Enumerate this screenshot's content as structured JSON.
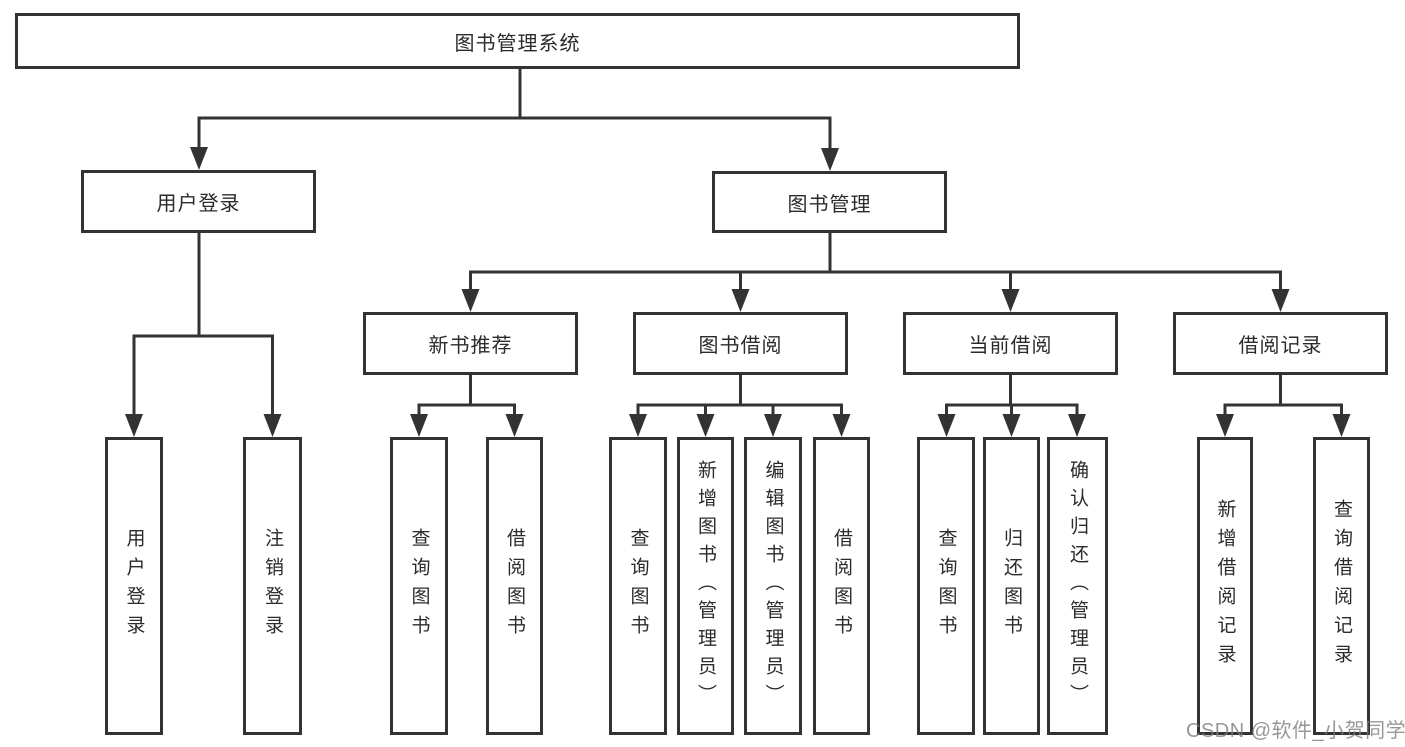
{
  "title": {
    "label": "图书管理系统"
  },
  "branches": {
    "user_login": {
      "label": "用户登录"
    },
    "book_management": {
      "label": "图书管理"
    }
  },
  "modules": {
    "new_book_recommend": {
      "label": "新书推荐"
    },
    "book_borrowing": {
      "label": "图书借阅"
    },
    "current_borrowing": {
      "label": "当前借阅"
    },
    "borrowing_records": {
      "label": "借阅记录"
    }
  },
  "leaves": {
    "user_login": [
      "用户登录",
      "注销登录"
    ],
    "new_book_recommend": [
      "查询图书",
      "借阅图书"
    ],
    "book_borrowing": [
      "查询图书",
      "新增图书（管理员）",
      "编辑图书（管理员）",
      "借阅图书"
    ],
    "current_borrowing": [
      "查询图书",
      "归还图书",
      "确认归还（管理员）"
    ],
    "borrowing_records": [
      "新增借阅记录",
      "查询借阅记录"
    ]
  },
  "watermark": {
    "label": "CSDN @软件_小贺同学"
  },
  "colors": {
    "line": "#333333",
    "box_border": "#333333",
    "text": "#2b2b2b",
    "watermark": "#7d7d7d",
    "background": "#ffffff"
  }
}
